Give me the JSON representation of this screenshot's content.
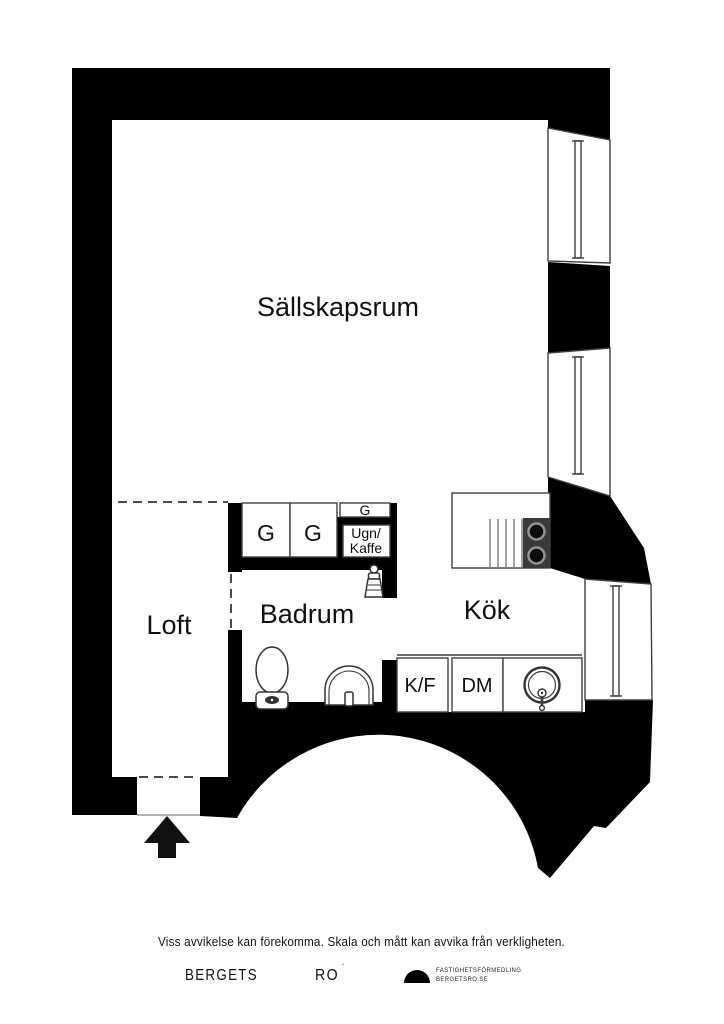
{
  "floorplan": {
    "rooms": {
      "living": "Sällskapsrum",
      "loft": "Loft",
      "bathroom": "Badrum",
      "kitchen": "Kök"
    },
    "closets": {
      "g1": "G",
      "g2": "G",
      "g3": "G",
      "oven_line1": "Ugn/",
      "oven_line2": "Kaffe"
    },
    "appliances": {
      "fridge_freezer": "K/F",
      "dishwasher": "DM"
    }
  },
  "footer": {
    "disclaimer": "Viss avvikelse kan förekomma. Skala och mått kan avvika från verkligheten.",
    "brand_left": "BERGETS",
    "brand_right": "RO",
    "brand_mark": "´",
    "logo_line1": "FASTIGHETSFÖRMEDLING",
    "logo_line2": "BERGETSRO.SE"
  },
  "colors": {
    "wall": "#000000",
    "floor": "#ffffff",
    "line": "#3f3f3f",
    "stove": "#3a3a3a"
  }
}
